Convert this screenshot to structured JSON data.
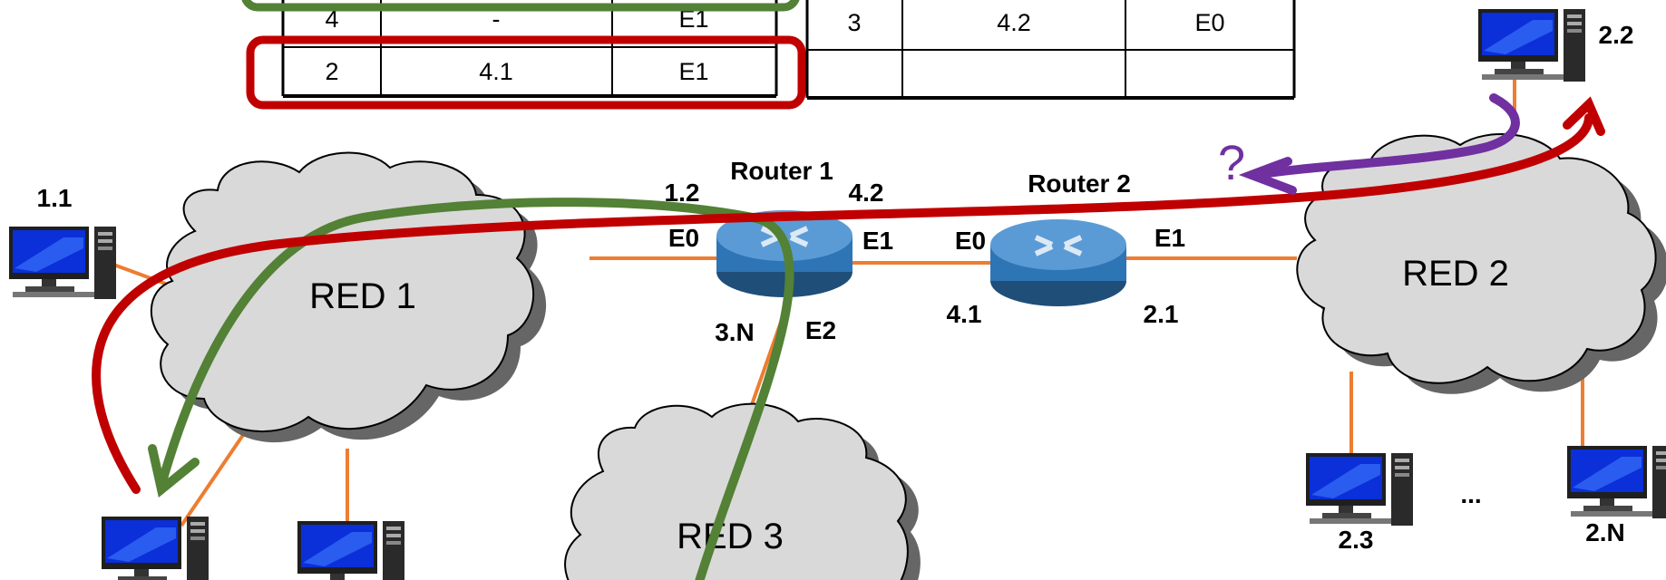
{
  "table_left": {
    "rows": [
      [
        "4",
        "-",
        "E1"
      ],
      [
        "2",
        "4.1",
        "E1"
      ]
    ]
  },
  "table_right": {
    "rows": [
      [
        "3",
        "4.2",
        "E0"
      ],
      [
        "",
        "",
        ""
      ]
    ]
  },
  "routers": {
    "r1": {
      "name": "Router 1",
      "e0": "E0",
      "e1": "E1",
      "e2": "E2",
      "addr_12": "1.2",
      "addr_42": "4.2",
      "addr_3n": "3.N"
    },
    "r2": {
      "name": "Router 2",
      "e0": "E0",
      "e1": "E1",
      "addr_41": "4.1",
      "addr_21": "2.1"
    }
  },
  "networks": {
    "red1": "RED 1",
    "red2": "RED 2",
    "red3": "RED 3"
  },
  "hosts": {
    "h11": "1.1",
    "h22": "2.2",
    "h23": "2.3",
    "h2n": "2.N",
    "ellipsis": "..."
  },
  "question": "?",
  "colors": {
    "red_path": "#c00000",
    "green_path": "#538135",
    "purple_path": "#7030a0",
    "link": "#ed7d31",
    "cloud": "#d9d9d9",
    "router": "#2e75b6"
  }
}
